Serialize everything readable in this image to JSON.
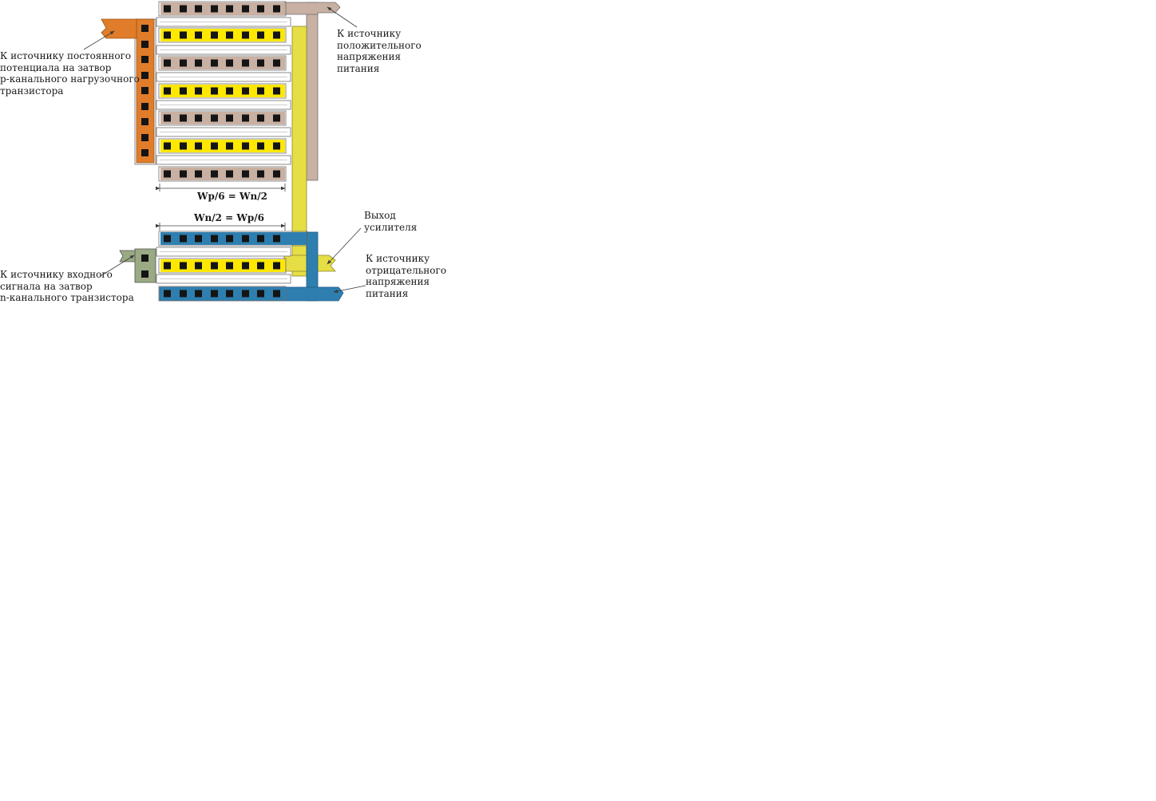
{
  "diagram": {
    "labels": {
      "gate_p_load": [
        "К источнику постоянного",
        "потенциала на затвор",
        "р-канального нагрузочного",
        "транзистора"
      ],
      "vdd": [
        "К источнику",
        "положительного",
        "напряжения",
        "питания"
      ],
      "output": [
        "Выход",
        "усилителя"
      ],
      "vss": [
        "К источнику",
        "отрицательного",
        "напряжения",
        "питания"
      ],
      "gate_n_input": [
        "К источнику входного",
        "сигнала на затвор",
        "n-канального транзистора"
      ],
      "dim_top": "Wp/6 = Wn/2",
      "dim_bottom": "Wn/2 = Wp/6"
    },
    "colors": {
      "vdd_metal": "#c8b0a2",
      "output_metal": "#e6de45",
      "diffusion_yellow": "#ffe800",
      "vss_metal": "#2e7fb0",
      "gate_p": "#e07c2a",
      "gate_n": "#9aaa84",
      "contact": "#141414",
      "outline": "#6e6e6e"
    }
  }
}
